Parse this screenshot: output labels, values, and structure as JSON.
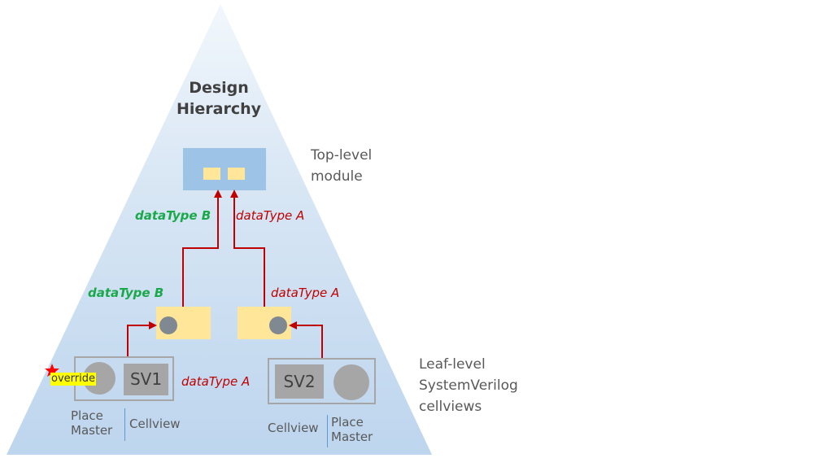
{
  "diagram": {
    "title_line1": "Design",
    "title_line2": "Hierarchy",
    "top_level_label_line1": "Top-level",
    "top_level_label_line2": "module",
    "leaf_label_line1": "Leaf-level",
    "leaf_label_line2": "SystemVerilog",
    "leaf_label_line3": "cellviews",
    "edge_labels": {
      "upper_left": "dataType B",
      "upper_right": "dataType A",
      "middle_left": "dataType B",
      "middle_right": "dataType A",
      "bottom_center": "dataType A"
    },
    "leaf_cells": [
      {
        "name": "SV1",
        "left_caption_line1": "Place",
        "left_caption_line2": "Master",
        "right_caption": "Cellview"
      },
      {
        "name": "SV2",
        "left_caption": "Cellview",
        "right_caption_line1": "Place",
        "right_caption_line2": "Master"
      }
    ],
    "override_badge": "override",
    "colors": {
      "triangle_fill": "#c5daf0",
      "top_module": "#9dc3e6",
      "port": "#ffe699",
      "arrow": "#c00000",
      "green_label": "#1aa94a",
      "cell_gray": "#a6a6a6",
      "star": "#ff0000"
    }
  }
}
